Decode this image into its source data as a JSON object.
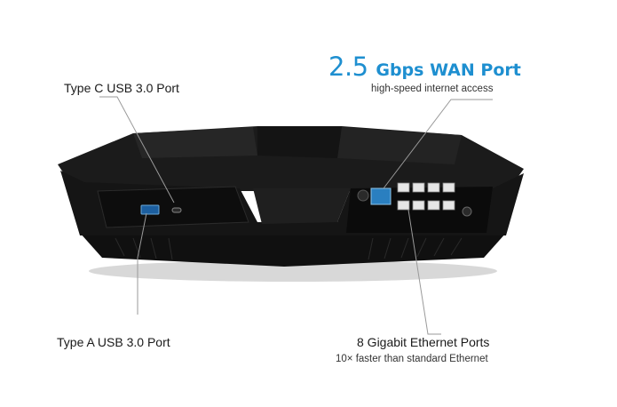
{
  "callouts": {
    "usb_c": "Type C USB 3.0 Port",
    "usb_a": "Type A USB 3.0 Port",
    "wan_number": "2.5",
    "wan_rest": "Gbps WAN Port",
    "wan_sub": "high-speed internet access",
    "ethernet": "8 Gigabit Ethernet Ports",
    "ethernet_sub": "10× faster than standard Ethernet"
  },
  "colors": {
    "accent": "#1e8fd0",
    "router_body": "#161616",
    "wan_port": "#2a7fc0"
  },
  "icons": [
    "router-image",
    "usb-a-port-icon",
    "usb-c-port-icon",
    "wan-port-icon",
    "ethernet-port-icon",
    "power-port-icon"
  ]
}
